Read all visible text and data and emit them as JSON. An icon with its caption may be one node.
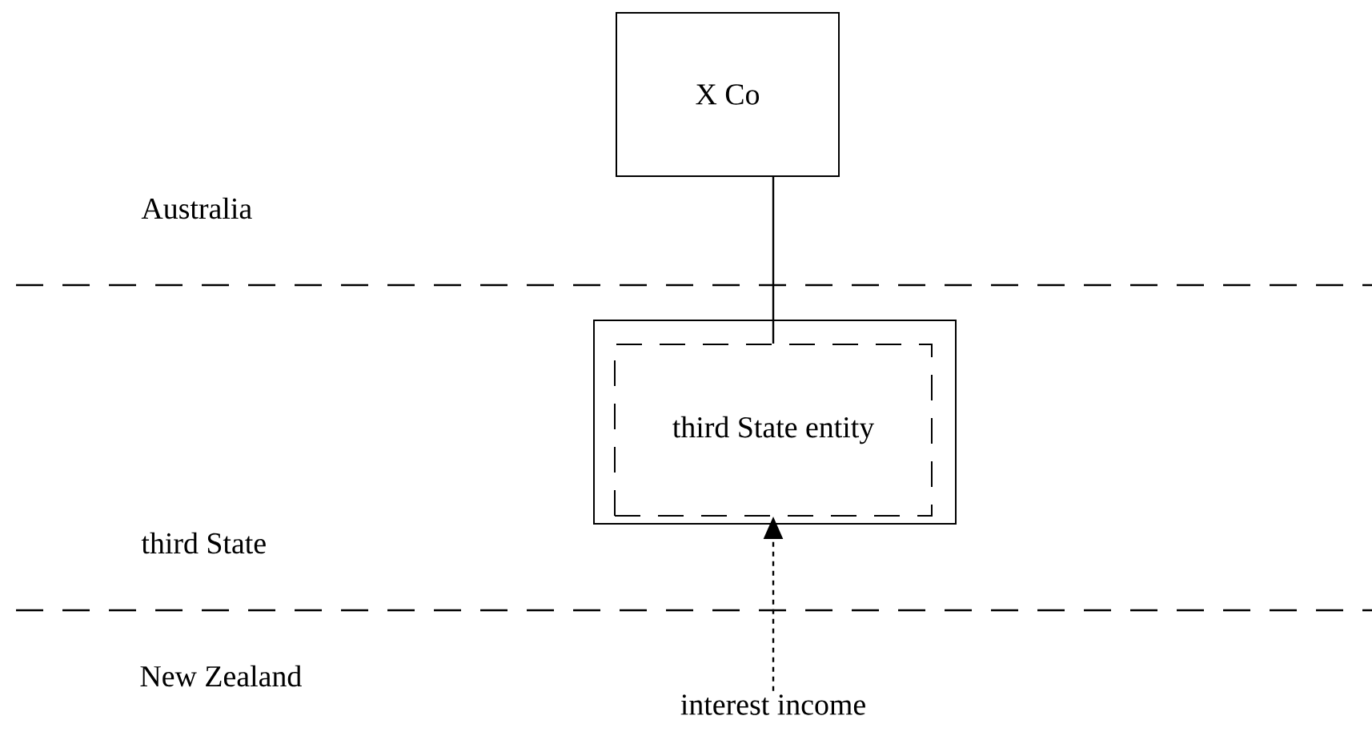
{
  "diagram": {
    "nodes": [
      {
        "text": [
          "X Co"
        ]
      },
      {
        "text": [],
        "shape": "box"
      },
      {
        "text": [
          "third State entity"
        ],
        "in": 1
      },
      {
        "text": [
          "interest income"
        ]
      }
    ],
    "edges": [
      {
        "from": 0,
        "to": 2,
        "arrow": "none"
      },
      {
        "from": 3,
        "to": 2,
        "arrow": "to",
        "style": "dashed"
      }
    ],
    "labels": [
      "Australia",
      "third State",
      "New Zealand"
    ]
  }
}
